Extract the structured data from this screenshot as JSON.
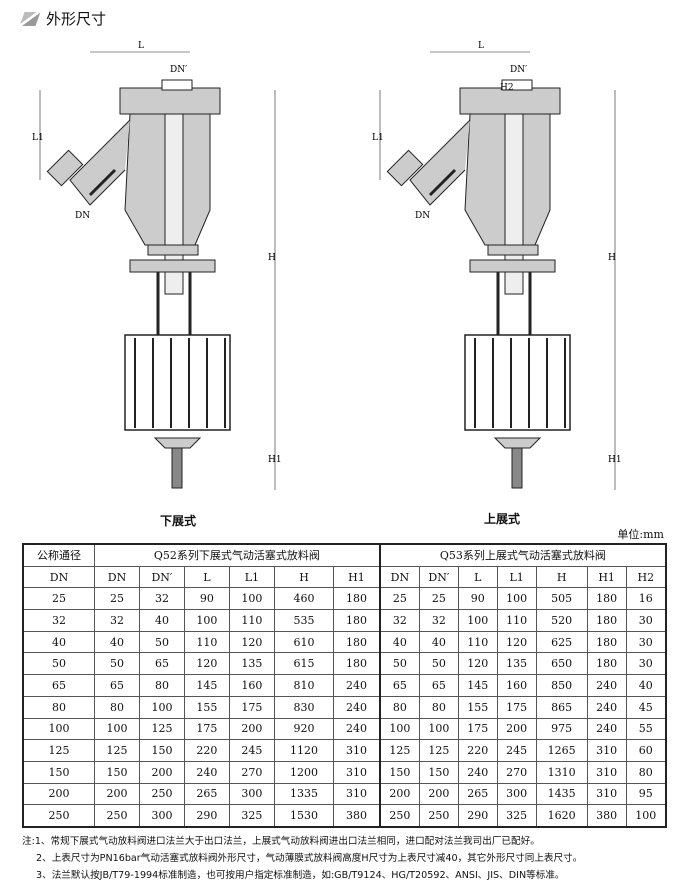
{
  "header": {
    "title": "外形尺寸"
  },
  "drawings": {
    "lower": {
      "caption": "下展式",
      "dims": [
        "L",
        "DN′",
        "L1",
        "H",
        "H1",
        "DN"
      ]
    },
    "upper": {
      "caption": "上展式",
      "dims": [
        "L",
        "DN′",
        "H2",
        "L1",
        "H",
        "H1",
        "DN"
      ]
    }
  },
  "unit": "单位:mm",
  "table": {
    "corner": [
      "公称通径",
      "DN"
    ],
    "group_left": "Q52系列下展式气动活塞式放料阀",
    "group_right": "Q53系列上展式气动活塞式放料阀",
    "cols_left": [
      "DN",
      "DN′",
      "L",
      "L1",
      "H",
      "H1"
    ],
    "cols_right": [
      "DN",
      "DN′",
      "L",
      "L1",
      "H",
      "H1",
      "H2"
    ],
    "rows": [
      [
        "25",
        "25",
        "32",
        "90",
        "100",
        "460",
        "180",
        "25",
        "25",
        "90",
        "100",
        "505",
        "180",
        "16"
      ],
      [
        "32",
        "32",
        "40",
        "100",
        "110",
        "535",
        "180",
        "32",
        "32",
        "100",
        "110",
        "520",
        "180",
        "30"
      ],
      [
        "40",
        "40",
        "50",
        "110",
        "120",
        "610",
        "180",
        "40",
        "40",
        "110",
        "120",
        "625",
        "180",
        "30"
      ],
      [
        "50",
        "50",
        "65",
        "120",
        "135",
        "615",
        "180",
        "50",
        "50",
        "120",
        "135",
        "650",
        "180",
        "30"
      ],
      [
        "65",
        "65",
        "80",
        "145",
        "160",
        "810",
        "240",
        "65",
        "65",
        "145",
        "160",
        "850",
        "240",
        "40"
      ],
      [
        "80",
        "80",
        "100",
        "155",
        "175",
        "830",
        "240",
        "80",
        "80",
        "155",
        "175",
        "865",
        "240",
        "45"
      ],
      [
        "100",
        "100",
        "125",
        "175",
        "200",
        "920",
        "240",
        "100",
        "100",
        "175",
        "200",
        "975",
        "240",
        "55"
      ],
      [
        "125",
        "125",
        "150",
        "220",
        "245",
        "1120",
        "310",
        "125",
        "125",
        "220",
        "245",
        "1265",
        "310",
        "60"
      ],
      [
        "150",
        "150",
        "200",
        "240",
        "270",
        "1200",
        "310",
        "150",
        "150",
        "240",
        "270",
        "1310",
        "310",
        "80"
      ],
      [
        "200",
        "200",
        "250",
        "265",
        "300",
        "1335",
        "310",
        "200",
        "200",
        "265",
        "300",
        "1435",
        "310",
        "95"
      ],
      [
        "250",
        "250",
        "300",
        "290",
        "325",
        "1530",
        "380",
        "250",
        "250",
        "290",
        "325",
        "1620",
        "380",
        "100"
      ]
    ]
  },
  "notes": [
    "注:1、常规下展式气动放料阀进口法兰大于出口法兰，上展式气动放料阀进出口法兰相同，进口配对法兰我司出厂已配好。",
    "2、上表尺寸为PN16bar气动活塞式放料阀外形尺寸，气动薄膜式放料阀高度H尺寸为上表尺寸减40，其它外形尺寸同上表尺寸。",
    "3、法兰默认按JB/T79-1994标准制造，也可按用户指定标准制造，如:GB/T9124、HG/T20592、ANSI、JIS、DIN等标准。"
  ]
}
